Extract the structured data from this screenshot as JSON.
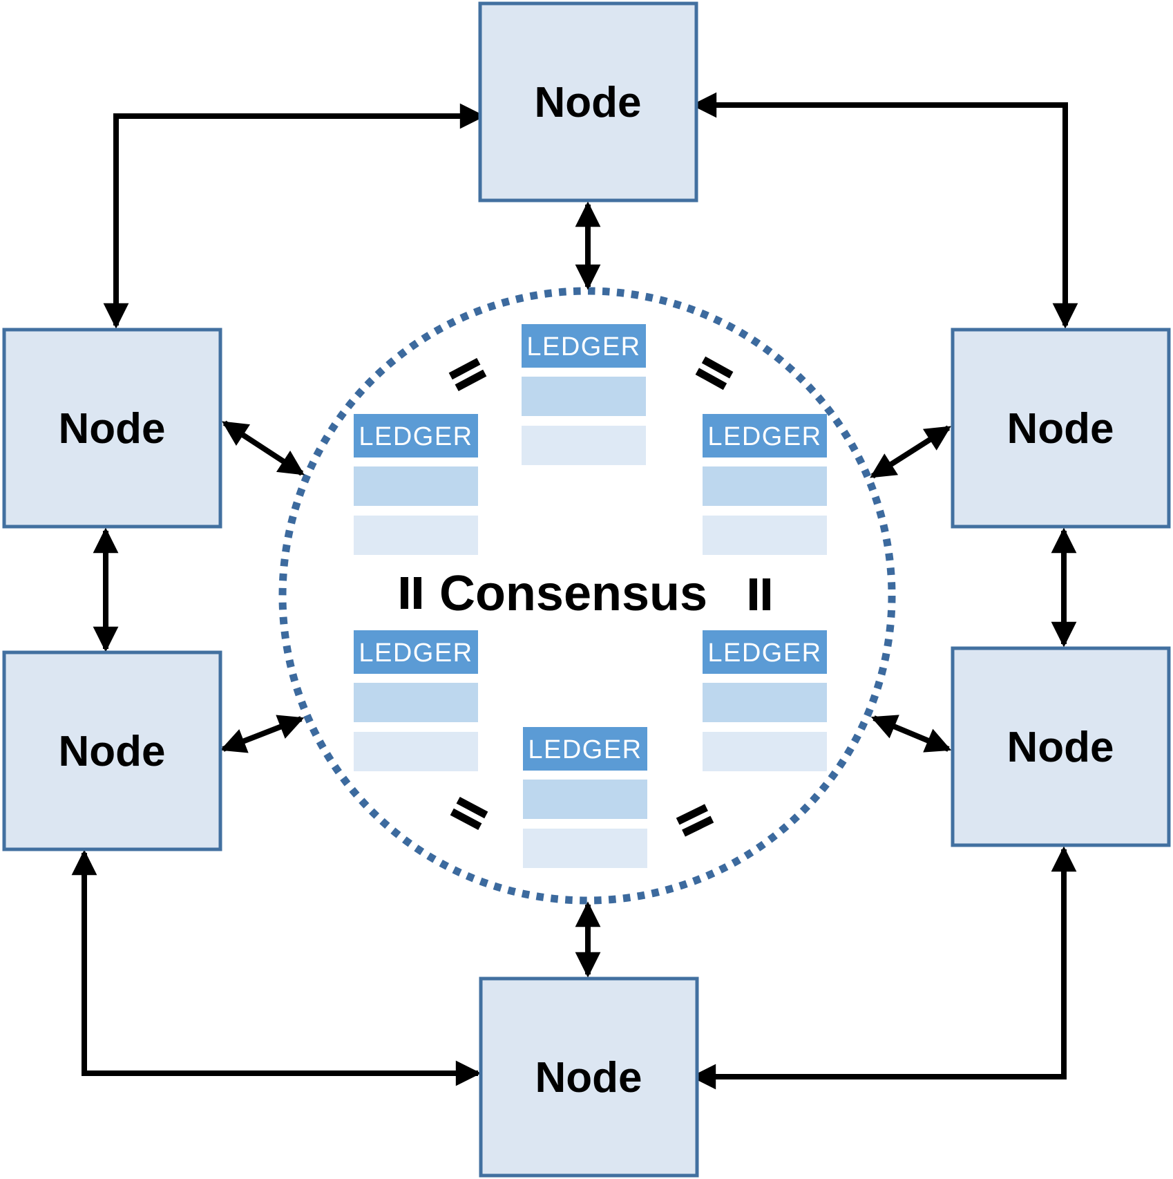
{
  "diagram": {
    "consensus_label": "Consensus",
    "equals_symbol": "=",
    "nodes": [
      {
        "id": "top",
        "label": "Node"
      },
      {
        "id": "upper-left",
        "label": "Node"
      },
      {
        "id": "upper-right",
        "label": "Node"
      },
      {
        "id": "lower-left",
        "label": "Node"
      },
      {
        "id": "lower-right",
        "label": "Node"
      },
      {
        "id": "bottom",
        "label": "Node"
      }
    ],
    "ledgers": [
      {
        "id": "top",
        "label": "LEDGER"
      },
      {
        "id": "upper-left",
        "label": "LEDGER"
      },
      {
        "id": "upper-right",
        "label": "LEDGER"
      },
      {
        "id": "lower-left",
        "label": "LEDGER"
      },
      {
        "id": "lower-right",
        "label": "LEDGER"
      },
      {
        "id": "bottom",
        "label": "LEDGER"
      }
    ],
    "colors": {
      "node_fill": "#dce6f2",
      "node_border": "#4270a0",
      "ledger_header": "#5b9bd5",
      "ledger_row_mid": "#bdd7ee",
      "ledger_row_light": "#dee9f5",
      "circle_dots": "#3c6a9e",
      "arrow": "#000000",
      "text": "#000000",
      "ledger_text": "#ffffff"
    }
  }
}
